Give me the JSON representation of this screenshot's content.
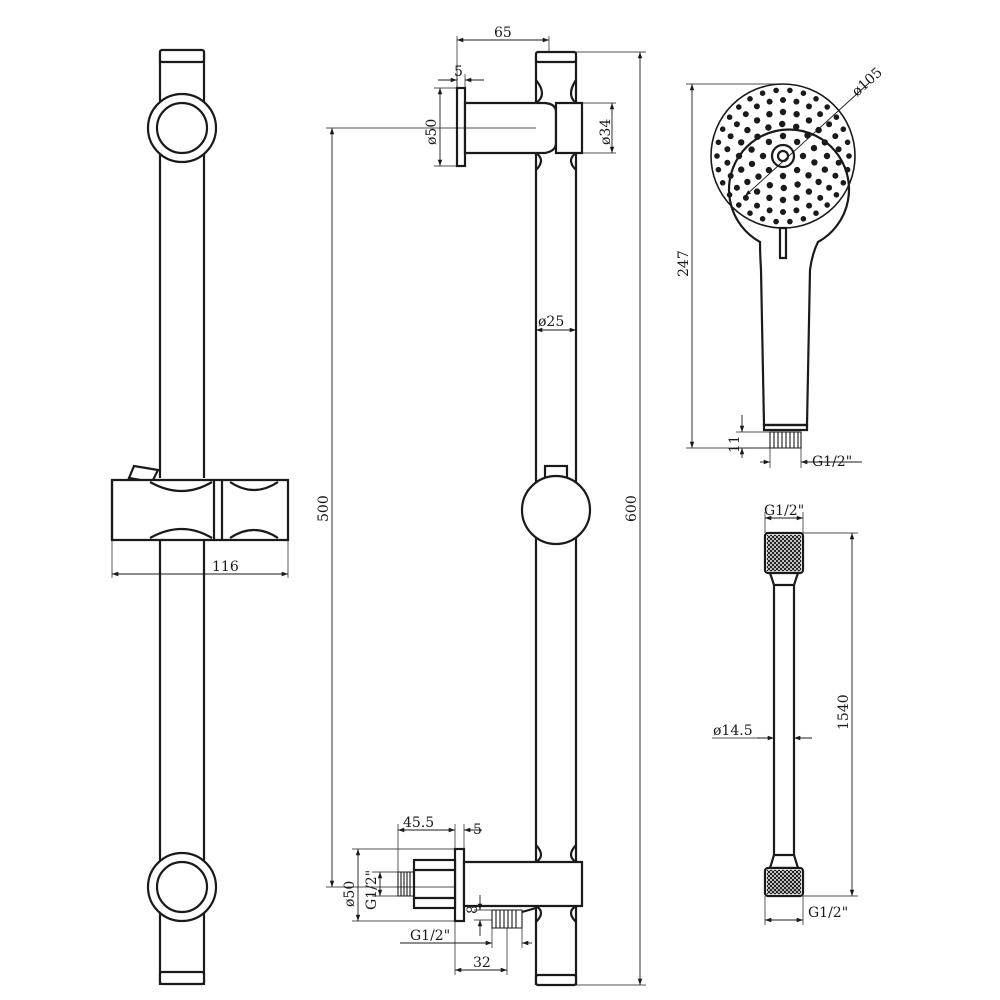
{
  "dimensions": {
    "bar_width": "116",
    "bracket_offset": "65",
    "bracket_plate_thickness": "5",
    "bracket_plate_diameter": "ø50",
    "bracket_arm_diameter": "ø34",
    "rail_diameter": "ø25",
    "mount_spacing": "500",
    "rail_length": "600",
    "inlet_depth": "45.5",
    "inlet_plate_thickness": "5",
    "inlet_plate_diameter": "ø50",
    "inlet_thread": "G1/2\"",
    "outlet_offset": "8",
    "outlet_thread": "G1/2\"",
    "outlet_spacing": "32",
    "head_diameter": "ø105",
    "head_length": "247",
    "head_thread_length": "11",
    "head_thread": "G1/2\"",
    "hose_top_thread": "G1/2\"",
    "hose_diameter": "ø14.5",
    "hose_length": "1540",
    "hose_bottom_thread": "G1/2\""
  },
  "colors": {
    "line": "#1a1a1a",
    "background": "#ffffff"
  }
}
